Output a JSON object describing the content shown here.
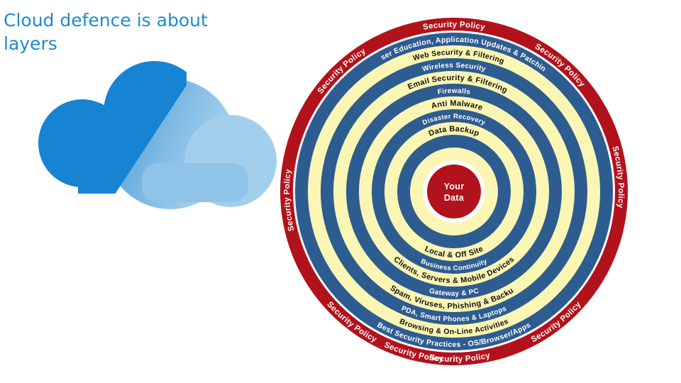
{
  "slide": {
    "title": "Cloud defence is about layers"
  },
  "cloud_icon": {
    "name": "cloud-icon",
    "colors": [
      "#1783d3",
      "#57a8dd",
      "#a7d2ee"
    ]
  },
  "diagram": {
    "center_label": [
      "Your",
      "Data"
    ],
    "colors": {
      "red": "#b2121b",
      "navy": "#2d5c91",
      "cream": "#fbf6b3",
      "white": "#ffffff",
      "dark": "#111111"
    },
    "outer_ring": {
      "labels": [
        "Security Policy",
        "Security Policy",
        "Security Policy",
        "Security Policy",
        "Security Policy",
        "Security Policy",
        "Security Policy",
        "Security Policy",
        "Security Policy"
      ]
    },
    "layers": [
      {
        "top": "User Education, Application Updates & Patching",
        "bottom": "Best Security Practices - OS/Browser/Apps"
      },
      {
        "top": "Web Security & Filtering",
        "bottom": "Browsing & On-Line Activities"
      },
      {
        "top": "Wireless Security",
        "bottom": "PDA, Smart Phones & Laptops"
      },
      {
        "top": "Email Security & Filtering",
        "bottom": "Spam, Viruses, Phishing & Backup"
      },
      {
        "top": "Firewalls",
        "bottom": "Gateway & PC"
      },
      {
        "top": "Anti Malware",
        "bottom": "Clients, Servers & Mobile Devices"
      },
      {
        "top": "Disaster Recovery",
        "bottom": "Business Continuity"
      },
      {
        "top": "Data Backup",
        "bottom": "Local & Off Site"
      }
    ]
  }
}
